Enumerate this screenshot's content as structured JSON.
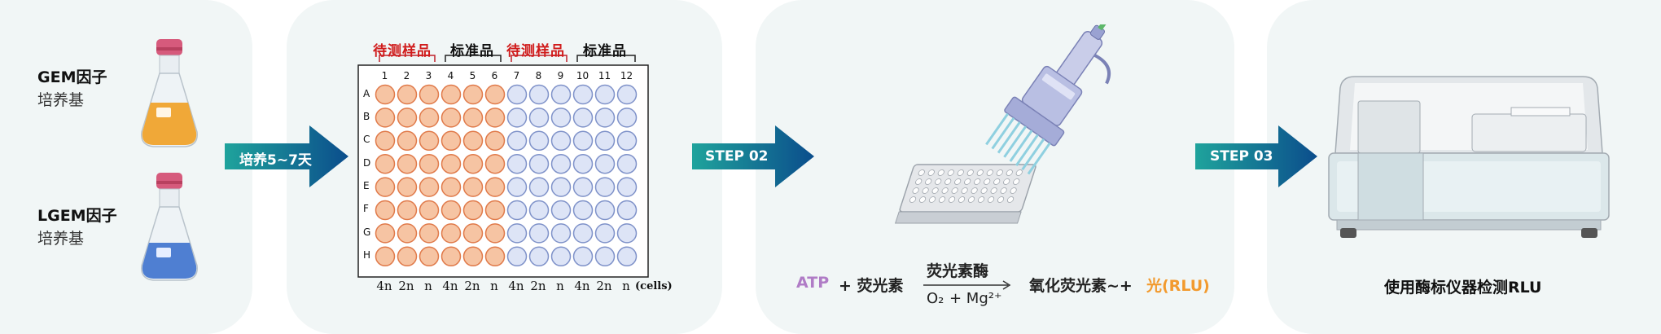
{
  "step1": {
    "flask_top_label": "GEM因子",
    "flask_top_sub": "培养基",
    "flask_bottom_label": "LGEM因子",
    "flask_bottom_sub": "培养基",
    "arrow_label": "培养5~7天"
  },
  "plate": {
    "group_headers": [
      "待测样品",
      "标准品",
      "待测样品",
      "标准品"
    ],
    "column_numbers": [
      "1",
      "2",
      "3",
      "4",
      "5",
      "6",
      "7",
      "8",
      "9",
      "10",
      "11",
      "12"
    ],
    "row_letters": [
      "A",
      "B",
      "C",
      "D",
      "E",
      "F",
      "G",
      "H"
    ],
    "cell_counts": [
      "4n",
      "2n",
      "n",
      "4n",
      "2n",
      "n",
      "4n",
      "2n",
      "n",
      "4n",
      "2n",
      "n"
    ],
    "cells_unit": "(cells)",
    "colors": {
      "sample_well": "#f6c4a3",
      "sample_border": "#e07a4a",
      "standard_well": "#dde4f6",
      "standard_border": "#7f92c9"
    }
  },
  "step2": {
    "arrow_label": "STEP 02",
    "reaction": {
      "atp": "ATP",
      "plus_luciferin": "+ 荧光素",
      "enzyme": "荧光素酶",
      "cofactor_o2": "O₂",
      "cofactor_plus": "+ Mg²⁺",
      "product": "氧化荧光素~+",
      "light": "光(RLU)"
    },
    "colors": {
      "atp": "#b07cc6",
      "light": "#f29a2e"
    }
  },
  "step3": {
    "arrow_label": "STEP 03",
    "caption": "使用酶标仪器检测RLU"
  },
  "colors": {
    "arrow_start": "#1fa39c",
    "arrow_end": "#0b4d8c",
    "panel_bg": "#f1f6f6"
  }
}
